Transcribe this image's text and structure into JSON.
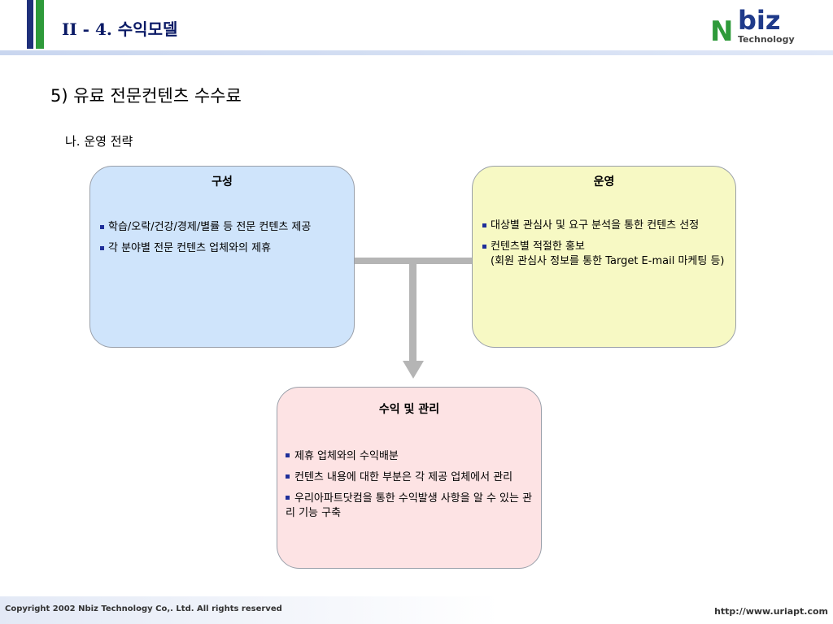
{
  "header": {
    "title": "II - 4. 수익모델",
    "logo": {
      "n": "N",
      "biz": "biz",
      "tech": "Technology"
    }
  },
  "section": {
    "heading": "5) 유료 전문컨텐츠 수수료",
    "subheading": "나. 운영 전략"
  },
  "boxes": {
    "left": {
      "title": "구성",
      "items": [
        "학습/오락/건강/경제/별률 등 전문 컨텐츠 제공",
        "각 분야별 전문 컨텐츠 업체와의 제휴"
      ]
    },
    "right": {
      "title": "운영",
      "item1": "대상별 관심사 및 요구 분석을 통한 컨텐츠 선정",
      "item2_line1": "컨텐츠별 적절한 홍보",
      "item2_line2": "(회원 관심사 정보를 통한 Target E-mail 마케팅 등)"
    },
    "bottom": {
      "title": "수익 및 관리",
      "items": [
        "제휴 업체와의 수익배분",
        "컨텐츠 내용에 대한 부분은 각 제공 업체에서 관리",
        "우리아파트닷컴을 통한 수익발생 사항을 알 수 있는 관리 기능 구축"
      ]
    }
  },
  "footer": {
    "copyright": "Copyright 2002 Nbiz Technology Co,. Ltd. All rights reserved",
    "url": "http://www.uriapt.com"
  },
  "colors": {
    "accent_dark": "#1f2f7a",
    "accent_green": "#2e9a3a",
    "box_left": "#cfe4fb",
    "box_right": "#f7f9c4",
    "box_bottom": "#fde3e4"
  }
}
